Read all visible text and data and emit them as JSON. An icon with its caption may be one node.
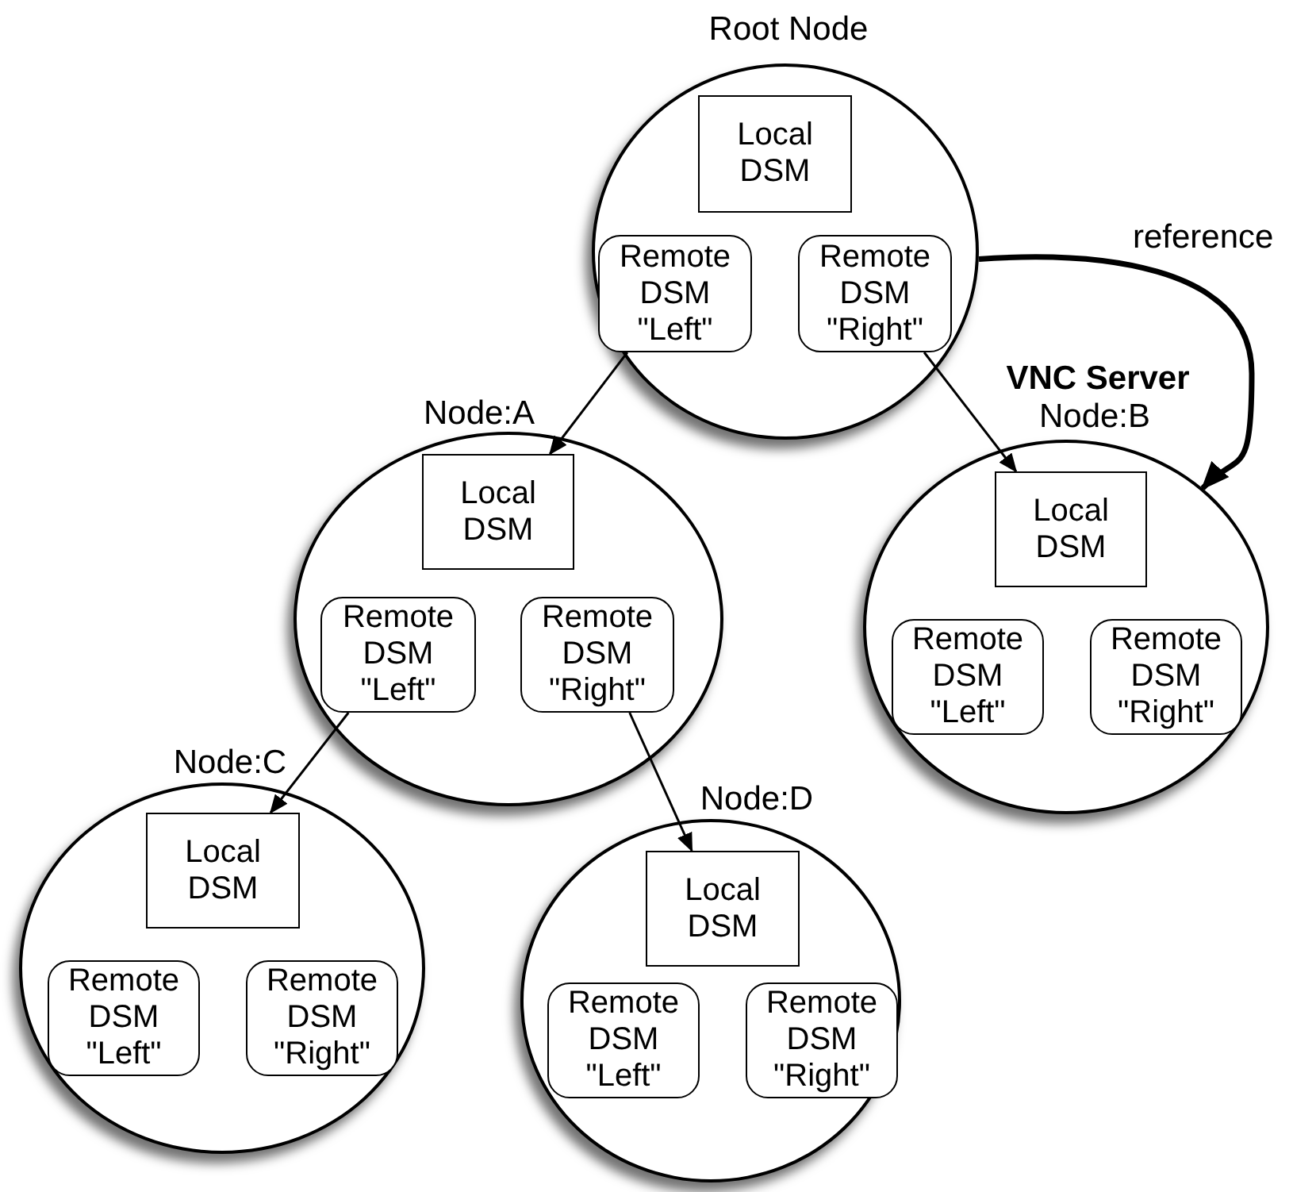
{
  "diagram": {
    "nodes": [
      {
        "text": [
          "Root Node"
        ]
      },
      {
        "text": [
          "Local DSM"
        ],
        "in": 0
      },
      {
        "text": [
          "Remote DSM \"Left\""
        ],
        "in": 0
      },
      {
        "text": [
          "Remote DSM \"Right\""
        ],
        "in": 0
      },
      {
        "text": [
          "Node:A"
        ]
      },
      {
        "text": [
          "Local DSM"
        ],
        "in": 4
      },
      {
        "text": [
          "Remote DSM \"Left\""
        ],
        "in": 4
      },
      {
        "text": [
          "Remote DSM \"Right\""
        ],
        "in": 4
      },
      {
        "text": [
          "VNC Server",
          "Node:B"
        ]
      },
      {
        "text": [
          "Local DSM"
        ],
        "in": 8
      },
      {
        "text": [
          "Remote DSM \"Left\""
        ],
        "in": 8
      },
      {
        "text": [
          "Remote DSM \"Right\""
        ],
        "in": 8
      },
      {
        "text": [
          "Node:C"
        ]
      },
      {
        "text": [
          "Local DSM"
        ],
        "in": 12
      },
      {
        "text": [
          "Remote DSM \"Left\""
        ],
        "in": 12
      },
      {
        "text": [
          "Remote DSM \"Right\""
        ],
        "in": 12
      },
      {
        "text": [
          "Node:D"
        ]
      },
      {
        "text": [
          "Local DSM"
        ],
        "in": 16
      },
      {
        "text": [
          "Remote DSM \"Left\""
        ],
        "in": 16
      },
      {
        "text": [
          "Remote DSM \"Right\""
        ],
        "in": 16
      }
    ],
    "edges": [
      {
        "from": 2,
        "to": 5,
        "arrow": "to"
      },
      {
        "from": 3,
        "to": 9,
        "arrow": "to"
      },
      {
        "from": 0,
        "to": 8,
        "arrow": "to",
        "label": "reference",
        "style": "thick"
      },
      {
        "from": 6,
        "to": 13,
        "arrow": "to"
      },
      {
        "from": 7,
        "to": 17,
        "arrow": "to"
      }
    ]
  }
}
